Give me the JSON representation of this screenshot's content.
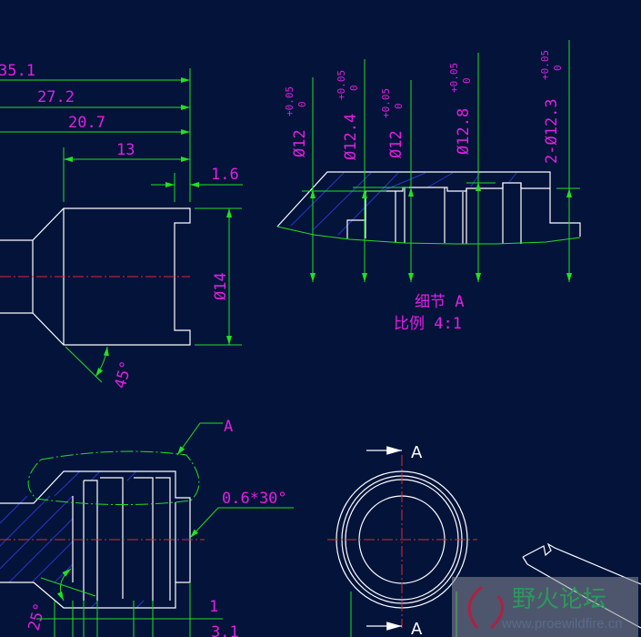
{
  "colors": {
    "background": "#03133a",
    "dimension": "#22e022",
    "text": "#e020e0",
    "outline": "#ffffff",
    "centerline": "#e0282e"
  },
  "front_view": {
    "dims": [
      "35.1",
      "27.2",
      "20.7",
      "13",
      "1.6"
    ],
    "diameter": "Ø14",
    "angle": "45°"
  },
  "detail_view": {
    "diameters": [
      {
        "value": "Ø12",
        "upper": "+0.05",
        "lower": "0"
      },
      {
        "value": "Ø12.4",
        "upper": "+0.05",
        "lower": "0"
      },
      {
        "value": "Ø12",
        "upper": "+0.05",
        "lower": "0"
      },
      {
        "value": "Ø12.8",
        "upper": "+0.05",
        "lower": "0"
      },
      {
        "value": "2-Ø12.3",
        "upper": "+0.05",
        "lower": "0"
      }
    ],
    "title": "细节 A",
    "scale": "比例 4:1"
  },
  "section_view": {
    "detail_label": "A",
    "chamfer": "0.6*30°",
    "angle": "25°",
    "dim_1": "1",
    "dim_2": "3.1"
  },
  "end_view": {
    "section_top": "A",
    "section_bottom": "A"
  },
  "watermark": {
    "title": "野火论坛",
    "url": "www.proewildfire.cn"
  }
}
